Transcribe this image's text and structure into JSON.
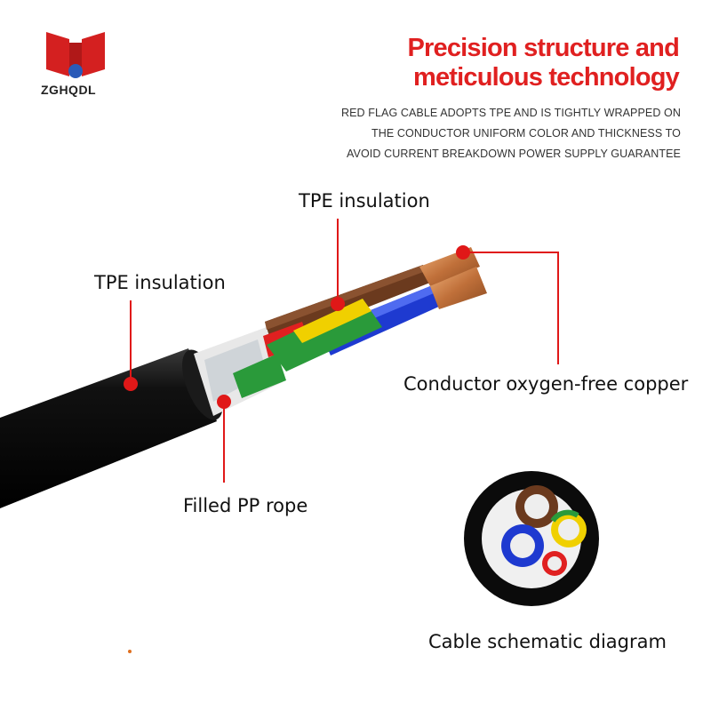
{
  "brand": {
    "name": "ZGHQDL",
    "logo_icon": "red-flag-building-logo",
    "colors": {
      "red": "#d42020",
      "blue": "#2a5ab8"
    }
  },
  "headline": {
    "line1": "Precision structure and",
    "line2": "meticulous technology",
    "color": "#e02020"
  },
  "subtext": {
    "lines": [
      "RED FLAG CABLE ADOPTS TPE AND IS TIGHTLY WRAPPED ON",
      "THE CONDUCTOR UNIFORM COLOR AND THICKNESS TO",
      "AVOID CURRENT BREAKDOWN POWER SUPPLY GUARANTEE"
    ]
  },
  "callouts": {
    "tpe_top": "TPE insulation",
    "tpe_left": "TPE insulation",
    "copper": "Conductor oxygen-free copper",
    "pp_rope": "Filled PP rope",
    "schematic": "Cable schematic diagram"
  },
  "cable": {
    "core_colors": [
      "#6b3a1e",
      "#f0d000",
      "#1e3ad0",
      "#e02020",
      "#2a9a3a"
    ],
    "sheath_color": "#0a0a0a",
    "callout_color": "#e01818"
  }
}
